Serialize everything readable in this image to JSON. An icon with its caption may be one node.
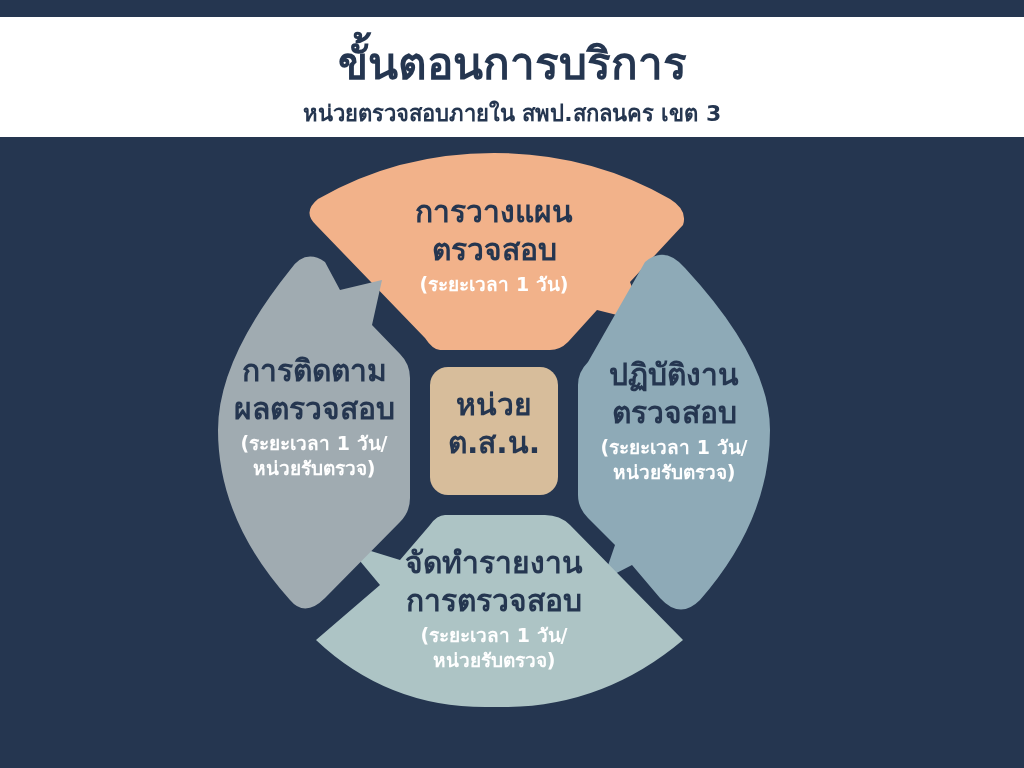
{
  "diagram": {
    "title": "ขั้นตอนการบริการ",
    "nodes": [
      {
        "text": [
          "การวางแผนตรวจสอบ",
          "(ระยะเวลา 1 วัน)"
        ]
      },
      {
        "text": [
          "ปฏิบัติงานตรวจสอบ",
          "(ระยะเวลา 1 วัน/ หน่วยรับตรวจ)"
        ]
      },
      {
        "text": [
          "จัดทำรายงานการตรวจสอบ",
          "(ระยะเวลา 1 วัน/ หน่วยรับตรวจ)"
        ]
      },
      {
        "text": [
          "การติดตามผลตรวจสอบ",
          "(ระยะเวลา 1 วัน/ หน่วยรับตรวจ)"
        ]
      },
      {
        "text": [
          "หน่วยต.ส.น."
        ]
      }
    ],
    "labels": [
      "หน่วยตรวจสอบภายใน สพป.สกลนคร เขต 3"
    ]
  }
}
